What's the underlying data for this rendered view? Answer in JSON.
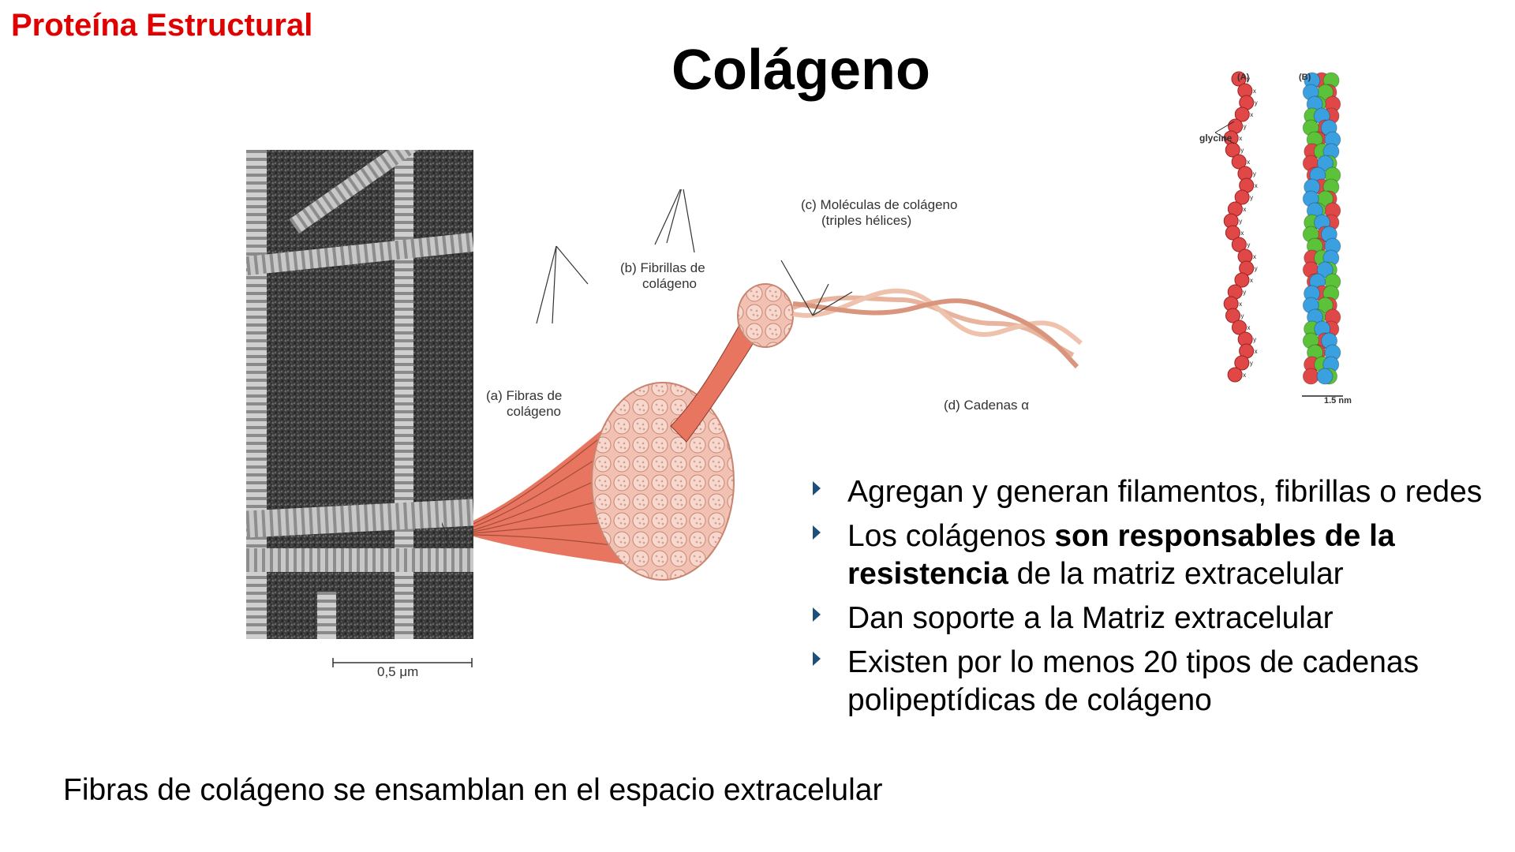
{
  "slide": {
    "tag": "Proteína Estructural",
    "title": "Colágeno",
    "caption": "Fibras de colágeno se ensamblan en el espacio extracelular"
  },
  "micrograph": {
    "scale_label": "0,5 μm"
  },
  "illustration": {
    "label_a": [
      "(a) Fibras de",
      "colágeno"
    ],
    "label_b": [
      "(b) Fibrillas de",
      "colágeno"
    ],
    "label_c": [
      "(c) Moléculas de colágeno",
      "(triples hélices)"
    ],
    "label_d": "(d) Cadenas α"
  },
  "helix": {
    "panel_a": "(A)",
    "panel_b": "(B)",
    "glycine": "glycine",
    "scale": "1.5 nm",
    "residues": [
      "y",
      "x",
      "y",
      "x",
      "y",
      "x",
      "y",
      "x",
      "y",
      "x",
      "y",
      "x",
      "y",
      "x",
      "y",
      "x",
      "y",
      "x",
      "y",
      "x",
      "y",
      "x",
      "y",
      "x",
      "y",
      "x"
    ]
  },
  "bullets": [
    {
      "parts": [
        {
          "text": "Agregan y generan filamentos, fibrillas o redes",
          "bold": false
        }
      ]
    },
    {
      "parts": [
        {
          "text": "Los colágenos ",
          "bold": false
        },
        {
          "text": "son responsables de la resistencia",
          "bold": true
        },
        {
          "text": " de la matriz extracelular",
          "bold": false
        }
      ]
    },
    {
      "parts": [
        {
          "text": "Dan soporte a la Matriz extracelular",
          "bold": false
        }
      ]
    },
    {
      "parts": [
        {
          "text": "Existen por lo menos 20 tipos de cadenas polipeptídicas  de colágeno",
          "bold": false
        }
      ]
    }
  ],
  "colors": {
    "tag": "#e00000",
    "bullet_arrow": "#1f4e79",
    "fiber": "#e8755f",
    "helix_red": "#e04848",
    "helix_green": "#5cc23a",
    "helix_blue": "#3aa0e0"
  }
}
